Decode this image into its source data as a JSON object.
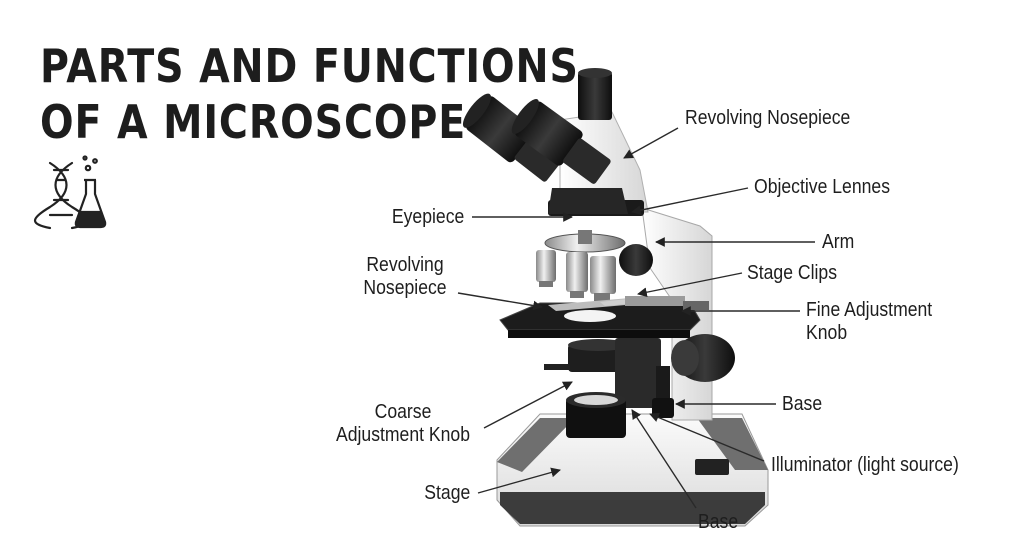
{
  "header": {
    "title_line1": "PARTS AND FUNCTIONS",
    "title_line2": "OF A MICROSCOPE"
  },
  "labels": {
    "revolving_nosepiece_top": "Revolving Nosepiece",
    "objective_lenses": "Objective Lennes",
    "eyepiece": "Eyepiece",
    "arm": "Arm",
    "revolving_nosepiece_left_line1": "Revolving",
    "revolving_nosepiece_left_line2": "Nosepiece",
    "stage_clips": "Stage Clips",
    "fine_adjustment_line1": "Fine Adjustment",
    "fine_adjustment_line2": "Knob",
    "base_right": "Base",
    "coarse_adjustment_line1": "Coarse",
    "coarse_adjustment_line2": "Adjustment Knob",
    "illuminator": "Illuminator (light source)",
    "stage": "Stage",
    "base_bottom": "Base"
  },
  "icons": [
    "dna-icon",
    "flask-icon"
  ]
}
